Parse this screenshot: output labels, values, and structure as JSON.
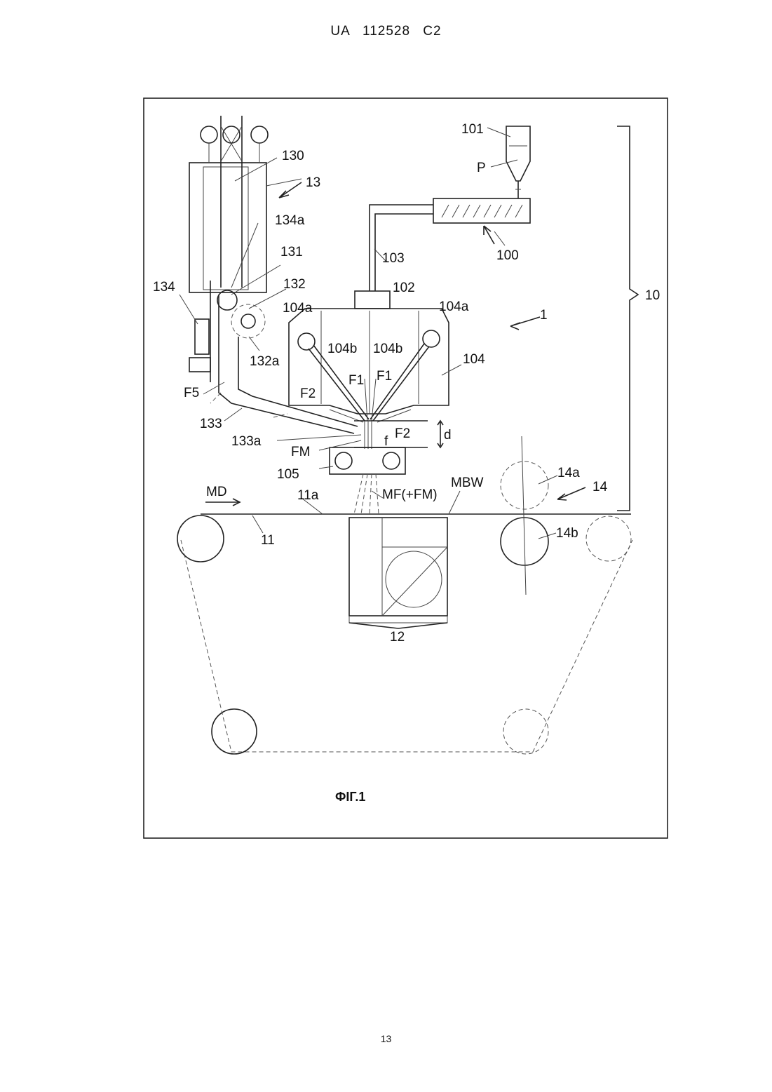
{
  "document": {
    "header": "UA 112528 C2",
    "page_number": "13",
    "figure_caption": "ФІГ.1"
  },
  "figure_labels": {
    "l101": "101",
    "lP": "P",
    "l100": "100",
    "l103": "103",
    "l102": "102",
    "l104a_left": "104a",
    "l104a_right": "104a",
    "l104b_left": "104b",
    "l104b_right": "104b",
    "l104": "104",
    "lF1_left": "F1",
    "lF1_right": "F1",
    "lF2_left": "F2",
    "lF2_right": "F2",
    "lf": "f",
    "ld": "d",
    "lFM": "FM",
    "l105": "105",
    "l130": "130",
    "l13": "13",
    "l134a": "134a",
    "l131": "131",
    "l132": "132",
    "l132a": "132a",
    "l134": "134",
    "lF5": "F5",
    "l133": "133",
    "l133a": "133a",
    "l1": "1",
    "l10": "10",
    "l14a": "14a",
    "l14": "14",
    "l14b": "14b",
    "lMD": "MD",
    "l11a": "11a",
    "lMF": "MF(+FM)",
    "lMBW": "MBW",
    "l11": "11",
    "l12": "12"
  }
}
